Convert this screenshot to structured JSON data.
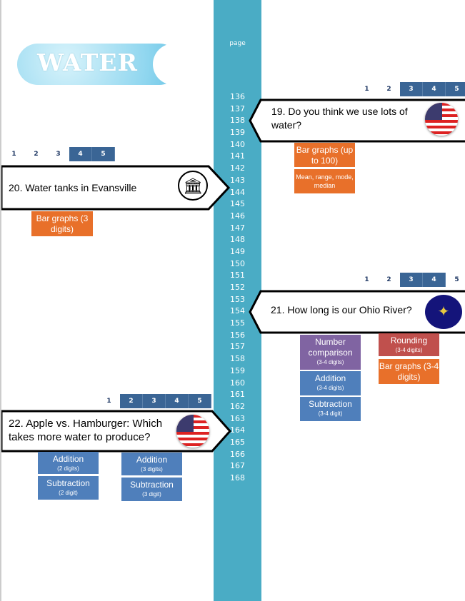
{
  "spine": {
    "header": "page",
    "pages": [
      "136",
      "137",
      "138",
      "139",
      "140",
      "141",
      "142",
      "143",
      "144",
      "145",
      "146",
      "147",
      "148",
      "149",
      "150",
      "151",
      "152",
      "153",
      "154",
      "155",
      "156",
      "157",
      "158",
      "159",
      "160",
      "161",
      "162",
      "163",
      "164",
      "165",
      "166",
      "167",
      "168"
    ]
  },
  "logo": {
    "text": "WATER"
  },
  "levels": [
    "1",
    "2",
    "3",
    "4",
    "5"
  ],
  "lessons": {
    "l19": {
      "title": "19. Do you think we use lots of water?",
      "tags": [
        {
          "label": "Bar graphs (up to 100)"
        },
        {
          "label": "Mean, range, mode, median"
        }
      ]
    },
    "l20": {
      "title": "20. Water tanks in Evansville",
      "tags": [
        {
          "label": "Bar graphs (3 digits)"
        }
      ]
    },
    "l21": {
      "title": "21. How long is our Ohio River?",
      "tags": [
        {
          "label": "Number comparison",
          "sub": "(3-4 digits)"
        },
        {
          "label": "Addition",
          "sub": "(3-4 digits)"
        },
        {
          "label": "Subtraction",
          "sub": "(3-4 digit)"
        },
        {
          "label": "Rounding",
          "sub": "(3-4 digits)"
        },
        {
          "label": "Bar graphs (3-4 digits)"
        }
      ]
    },
    "l22": {
      "title": "22. Apple vs. Hamburger: Which takes more water to produce?",
      "tags": [
        {
          "label": "Addition",
          "sub": "(2 digits)"
        },
        {
          "label": "Subtraction",
          "sub": "(2 digit)"
        },
        {
          "label": "Addition",
          "sub": "(3 digits)"
        },
        {
          "label": "Subtraction",
          "sub": "(3 digit)"
        }
      ]
    }
  },
  "colors": {
    "spine": "#4aacc5",
    "orange": "#e8702a",
    "blue": "#4f7fbb",
    "purple": "#8064a2",
    "red": "#c0504d",
    "level_active": "#3a6595"
  }
}
